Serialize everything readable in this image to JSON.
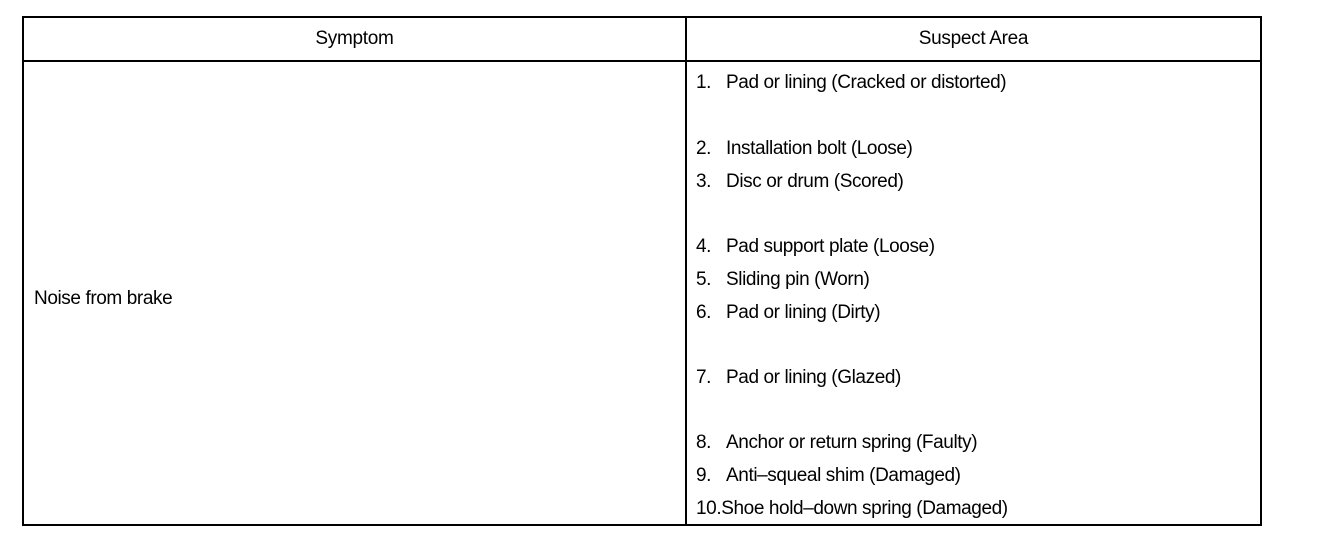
{
  "table": {
    "headers": {
      "symptom": "Symptom",
      "suspect_area": "Suspect Area"
    },
    "rows": [
      {
        "symptom": "Noise from brake",
        "suspect_areas": [
          {
            "num": "1.",
            "text": "Pad or lining (Cracked or distorted)"
          },
          {
            "num": "2.",
            "text": "Installation bolt (Loose)"
          },
          {
            "num": "3.",
            "text": "Disc or drum (Scored)"
          },
          {
            "num": "4.",
            "text": "Pad support plate (Loose)"
          },
          {
            "num": "5.",
            "text": "Sliding pin (Worn)"
          },
          {
            "num": "6.",
            "text": "Pad or lining (Dirty)"
          },
          {
            "num": "7.",
            "text": "Pad or lining (Glazed)"
          },
          {
            "num": "8.",
            "text": "Anchor or return spring (Faulty)"
          },
          {
            "num": "9.",
            "text": "Anti–squeal shim (Damaged)"
          },
          {
            "num": "10.",
            "text": "Shoe hold–down spring (Damaged)"
          }
        ]
      }
    ]
  }
}
